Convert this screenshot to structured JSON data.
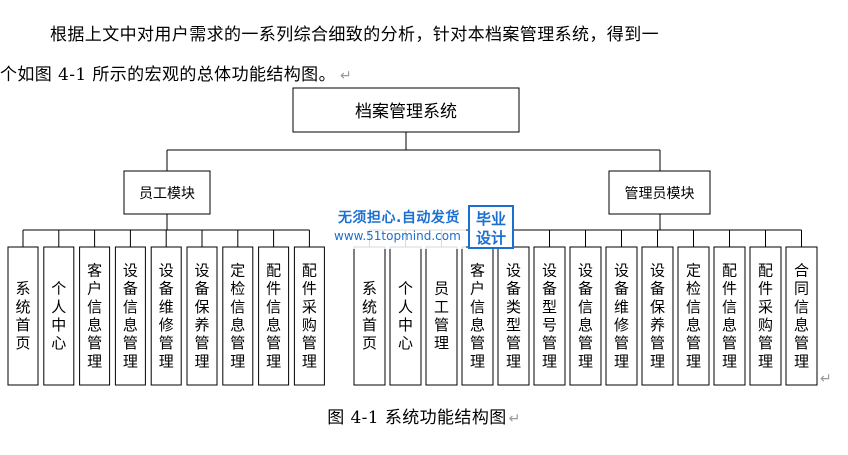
{
  "text": {
    "para_line1": "根据上文中对用户需求的一系列综合细致的分析，针对本档案管理系统，得到一",
    "para_line2": "个如图 4-1 所示的宏观的总体功能结构图。",
    "para_mark": "↵",
    "caption": "图 4-1  系统功能结构图",
    "caption_mark": "↵",
    "end_mark": "↵"
  },
  "diagram": {
    "root": "档案管理系统",
    "modules": [
      {
        "name": "员工模块",
        "children": [
          "系统首页",
          "个人中心",
          "客户信息管理",
          "设备信息管理",
          "设备维修管理",
          "设备保养管理",
          "定检信息管理",
          "配件信息管理",
          "配件采购管理"
        ]
      },
      {
        "name": "管理员模块",
        "children": [
          "系统首页",
          "个人中心",
          "员工管理",
          "客户信息管理",
          "设备类型管理",
          "设备型号管理",
          "设备信息管理",
          "设备维修管理",
          "设备保养管理",
          "定检信息管理",
          "配件信息管理",
          "配件采购管理",
          "合同信息管理"
        ]
      }
    ]
  },
  "watermark": {
    "line1": "无须担心.自动发货",
    "line2": "www.51topmind.com",
    "badge_line1": "毕业",
    "badge_line2": "设计",
    "color": "#1a6fd1"
  }
}
